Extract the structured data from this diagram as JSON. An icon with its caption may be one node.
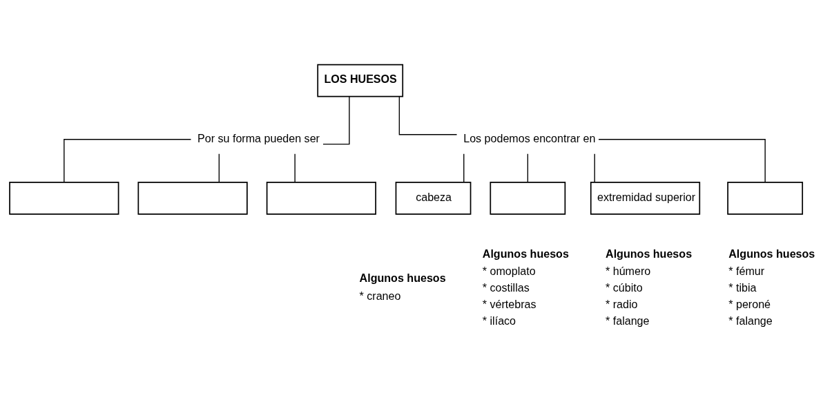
{
  "diagram": {
    "nodes": [
      {
        "text": [
          "LOS HUESOS"
        ]
      },
      {
        "text": [
          "Por su forma pueden ser"
        ]
      },
      {
        "text": [
          "Los podemos encontrar en"
        ]
      },
      {
        "text": [],
        "shape": "box"
      },
      {
        "text": [],
        "shape": "box"
      },
      {
        "text": [],
        "shape": "box"
      },
      {
        "text": [
          "cabeza"
        ],
        "beside": [
          "Algunos huesos",
          "* craneo"
        ]
      },
      {
        "text": [],
        "shape": "box",
        "beside": [
          "Algunos huesos",
          "* omoplato",
          "* costillas",
          "* vértebras",
          "* ilíaco"
        ]
      },
      {
        "text": [
          "extremidad superior"
        ],
        "beside": [
          "Algunos huesos",
          "* húmero",
          "* cúbito",
          "* radio",
          "* falange"
        ]
      },
      {
        "text": [],
        "shape": "box",
        "beside": [
          "Algunos huesos",
          "* fémur",
          "* tibia",
          "* peroné",
          "* falange"
        ]
      }
    ],
    "edges": [
      {
        "from": 0,
        "to": 1,
        "arrow": "none"
      },
      {
        "from": 0,
        "to": 2,
        "arrow": "none"
      },
      {
        "from": 1,
        "to": 3,
        "arrow": "none"
      },
      {
        "from": 1,
        "to": 4,
        "arrow": "none"
      },
      {
        "from": 1,
        "to": 5,
        "arrow": "none"
      },
      {
        "from": 2,
        "to": 6,
        "arrow": "none"
      },
      {
        "from": 2,
        "to": 7,
        "arrow": "none"
      },
      {
        "from": 2,
        "to": 8,
        "arrow": "none"
      },
      {
        "from": 2,
        "to": 9,
        "arrow": "none"
      }
    ]
  }
}
